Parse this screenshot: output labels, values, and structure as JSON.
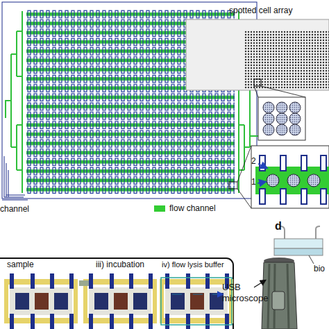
{
  "diagram": {
    "nodes": [
      {
        "text": [
          "spotted cell array"
        ]
      },
      {
        "text": [
          "sample"
        ]
      },
      {
        "text": [
          "iii) incubation"
        ]
      },
      {
        "text": [
          "iv) flow lysis buffer"
        ]
      }
    ],
    "labels": [
      "2",
      "1",
      "d",
      "bio",
      "USB microscope"
    ],
    "legend": [
      {
        "text": "channel"
      },
      {
        "text": "flow channel",
        "color": "#33cc33"
      }
    ]
  }
}
